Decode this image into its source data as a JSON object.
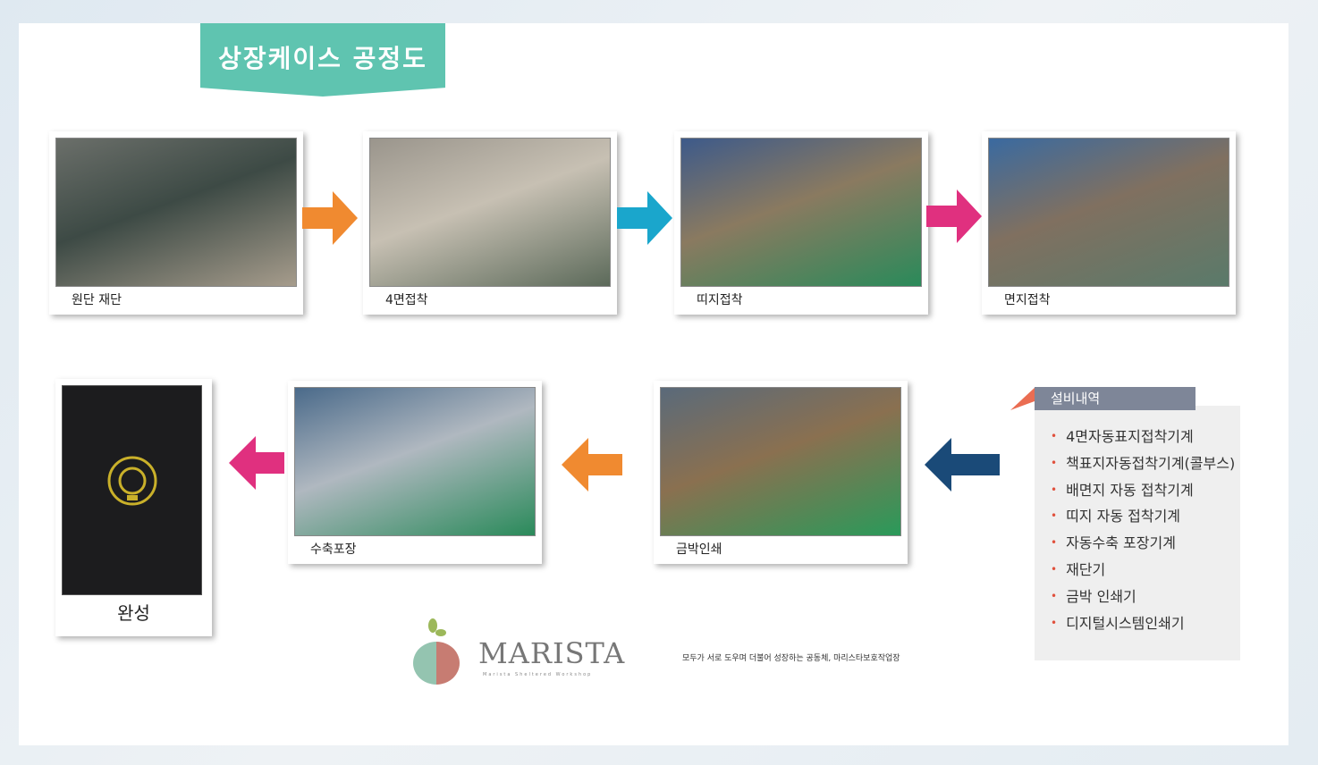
{
  "title": "상장케이스 공정도",
  "steps": [
    {
      "label": "원단 재단",
      "colors": [
        "#6b6f6a",
        "#a69c8c",
        "#3d4a45"
      ]
    },
    {
      "label": "4면접착",
      "colors": [
        "#9a958c",
        "#5c6a5a",
        "#c7c0b3"
      ]
    },
    {
      "label": "띠지접착",
      "colors": [
        "#3d5a8a",
        "#2a8a5a",
        "#8a7a60"
      ]
    },
    {
      "label": "면지접착",
      "colors": [
        "#3a6aa0",
        "#5a7a6a",
        "#807060"
      ]
    },
    {
      "label": "금박인쇄",
      "colors": [
        "#5a6a7a",
        "#2a9a5a",
        "#8a7050"
      ]
    },
    {
      "label": "수축포장",
      "colors": [
        "#4a6a8a",
        "#2a8a5a",
        "#b0b8c0"
      ]
    },
    {
      "label": "완성"
    }
  ],
  "arrow_colors": {
    "orange": "#f08a30",
    "cyan": "#1aa6cc",
    "magenta": "#e0307f",
    "navy": "#1a4a78"
  },
  "equipment": {
    "heading": "설비내역",
    "items": [
      "4면자동표지접착기계",
      "책표지자동접착기계(콜부스)",
      "배면지 자동 접착기계",
      "띠지 자동 접착기계",
      "자동수축 포장기계",
      "재단기",
      "금박 인쇄기",
      "디지털시스템인쇄기"
    ]
  },
  "logo": {
    "name": "MARISTA",
    "sub": "Marista Sheltered Workshop"
  },
  "slogan": "모두가 서로 도우며 더불어 성장하는 공동체, 마리스타보호작업장"
}
